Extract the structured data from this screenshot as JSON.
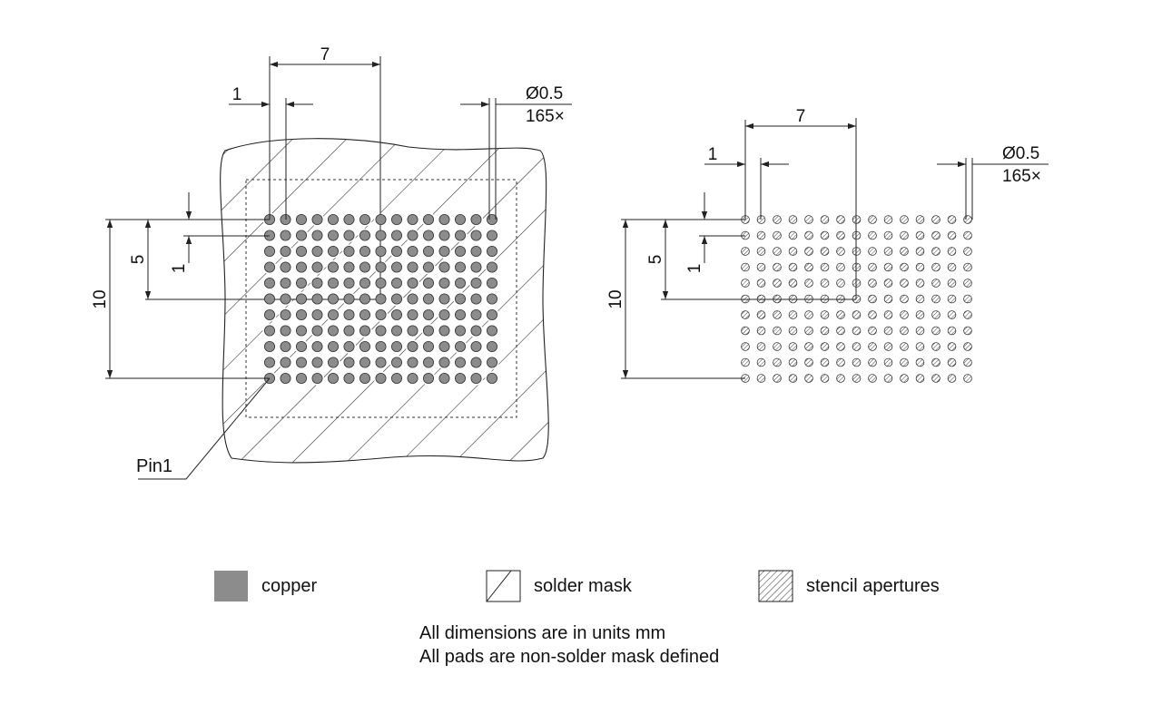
{
  "left_view": {
    "pitch_label": "1",
    "span_label": "7",
    "diameter_label": "Ø0.5",
    "count_label": "165×",
    "vertical_pitch_label": "1",
    "vertical_mid_label": "5",
    "vertical_total_label": "10",
    "pin1_label": "Pin1"
  },
  "right_view": {
    "pitch_label": "1",
    "span_label": "7",
    "diameter_label": "Ø0.5",
    "count_label": "165×",
    "vertical_pitch_label": "1",
    "vertical_mid_label": "5",
    "vertical_total_label": "10"
  },
  "legend": {
    "copper": "copper",
    "solder_mask": "solder mask",
    "stencil": "stencil apertures"
  },
  "notes": {
    "line1": "All dimensions are in units mm",
    "line2": "All pads are non-solder mask defined"
  },
  "grid": {
    "columns": 15,
    "rows": 11
  },
  "colors": {
    "copper": "#8c8c8c",
    "line": "#222222"
  }
}
